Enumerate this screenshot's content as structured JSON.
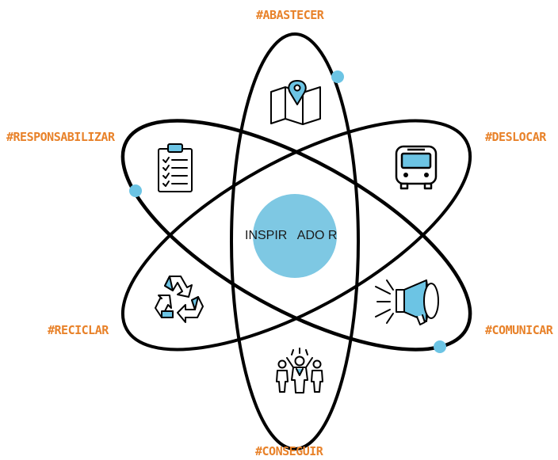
{
  "center": {
    "text": "INSPIR   ADO R",
    "color": "#7ec8e3"
  },
  "accent_color": "#e8822a",
  "dot_color": "#6cc4e4",
  "labels": {
    "abastecer": "#ABASTECER",
    "deslocar": "#DESLOCAR",
    "comunicar": "#COMUNICAR",
    "conseguir": "#CONSEGUIR",
    "reciclar": "#RECICLAR",
    "responsabilizar": "#RESPONSABILIZAR"
  },
  "icons": {
    "abastecer": "map-pin-icon",
    "deslocar": "bus-icon",
    "comunicar": "megaphone-icon",
    "conseguir": "people-group-icon",
    "reciclar": "recycle-icon",
    "responsabilizar": "clipboard-checklist-icon"
  }
}
